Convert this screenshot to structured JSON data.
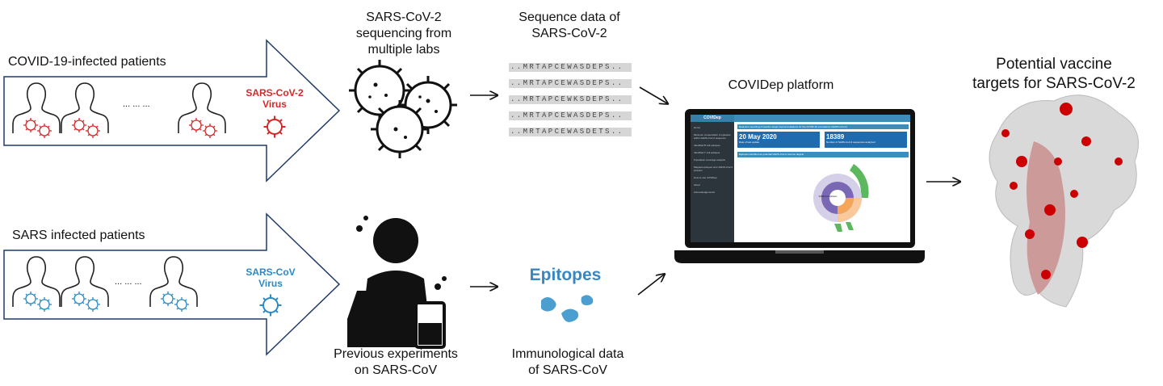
{
  "top_row": {
    "group_label": "COVID-19-infected patients",
    "virus_label": "SARS-CoV-2\nVirus",
    "virus_color": "#d62728",
    "ellipsis": "... ... ...",
    "sequencing_label": "SARS-CoV-2\nsequencing from\nmultiple labs",
    "sequence_title": "Sequence data of\nSARS-CoV-2",
    "sequences": [
      "..MRTAPCEWASDEPS..",
      "..MRTAPCEWASDEPS..",
      "..MRTAPCEWKSDEPS..",
      "..MRTAPCEWASDEPS..",
      "..MRTAPCEWASDETS.."
    ]
  },
  "bottom_row": {
    "group_label": "SARS infected patients",
    "virus_label": "SARS-CoV\nVirus",
    "virus_color": "#2a8ac4",
    "ellipsis": "... ... ...",
    "experiments_label": "Previous experiments\non SARS-CoV",
    "epitopes_label": "Epitopes",
    "immunological_label": "Immunological data\nof SARS-CoV"
  },
  "platform": {
    "title": "COVIDep platform",
    "app_name": "COVIDep",
    "banner": "Real-time reporting of vaccine target recommendations for the COVID-19 coronavirus (SARS-CoV-2)",
    "date_value": "20 May 2020",
    "date_caption": "Date of last update",
    "count_value": "18389",
    "count_caption": "Number of SARS-CoV-2 sequences analyzed",
    "panel_title": "Epitopes identified as potential SARS-CoV-2 vaccine targets",
    "chart_center": "SARS-CoV epitopes",
    "sidebar": [
      "Home",
      "Minimum conservation of epitopes within SARS-CoV-2 sequence",
      "Identified B cell epitopes",
      "Identified T cell epitopes",
      "Population coverage analysis",
      "Mapped epitopes onto SARS-CoV-2 proteins",
      "How to use COVIDep",
      "About",
      "Acknowledgements"
    ]
  },
  "result": {
    "title": "Potential vaccine\ntargets for SARS-CoV-2",
    "highlight_color": "#cc0000"
  }
}
